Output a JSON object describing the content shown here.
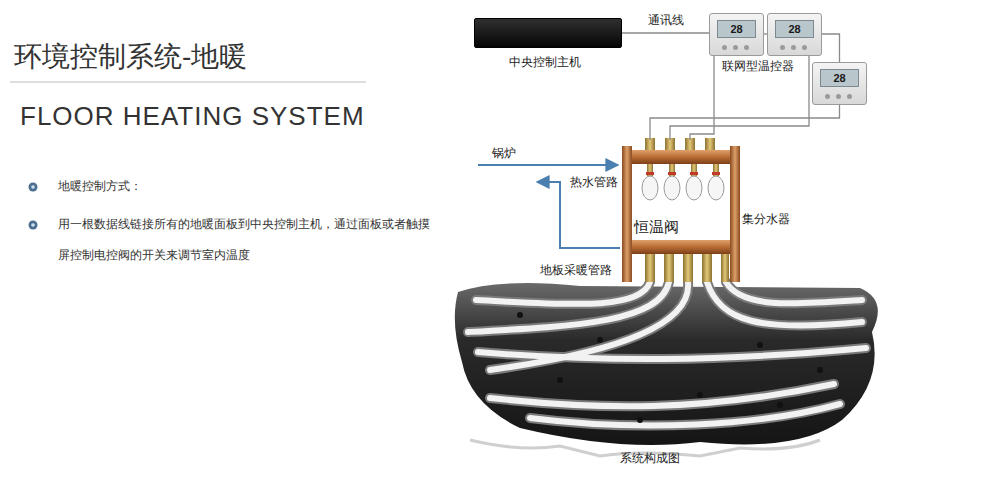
{
  "diagram": {
    "title": "环境控制系统-地暖",
    "caption": "系统构成图",
    "nodes": [
      {
        "text": [
          "中央控制主机"
        ]
      },
      {
        "text": [
          "28"
        ]
      },
      {
        "text": [
          "28"
        ]
      },
      {
        "text": [
          "28"
        ]
      },
      {
        "text": [
          "恒温阀",
          "集分水器"
        ]
      }
    ],
    "edges": [
      {
        "from": 0,
        "to": 1,
        "label": "通讯线",
        "arrow": "none"
      },
      {
        "from": 1,
        "to": 2,
        "arrow": "none"
      },
      {
        "from": 2,
        "to": 3,
        "arrow": "none"
      },
      {
        "from": 3,
        "to": 4,
        "arrow": "none"
      },
      {
        "from": 2,
        "to": 4,
        "arrow": "none"
      },
      {
        "from": 1,
        "to": 4,
        "arrow": "none"
      }
    ],
    "labels": [
      "FLOOR HEATING SYSTEM",
      "地暖控制方式：",
      "用一根数据线链接所有的地暖面板到中央控制主机，通过面板或者触摸屏控制电控阀的开关来调节室内温度",
      "联网型温控器",
      "锅炉",
      "热水管路",
      "地板采暖管路"
    ]
  }
}
